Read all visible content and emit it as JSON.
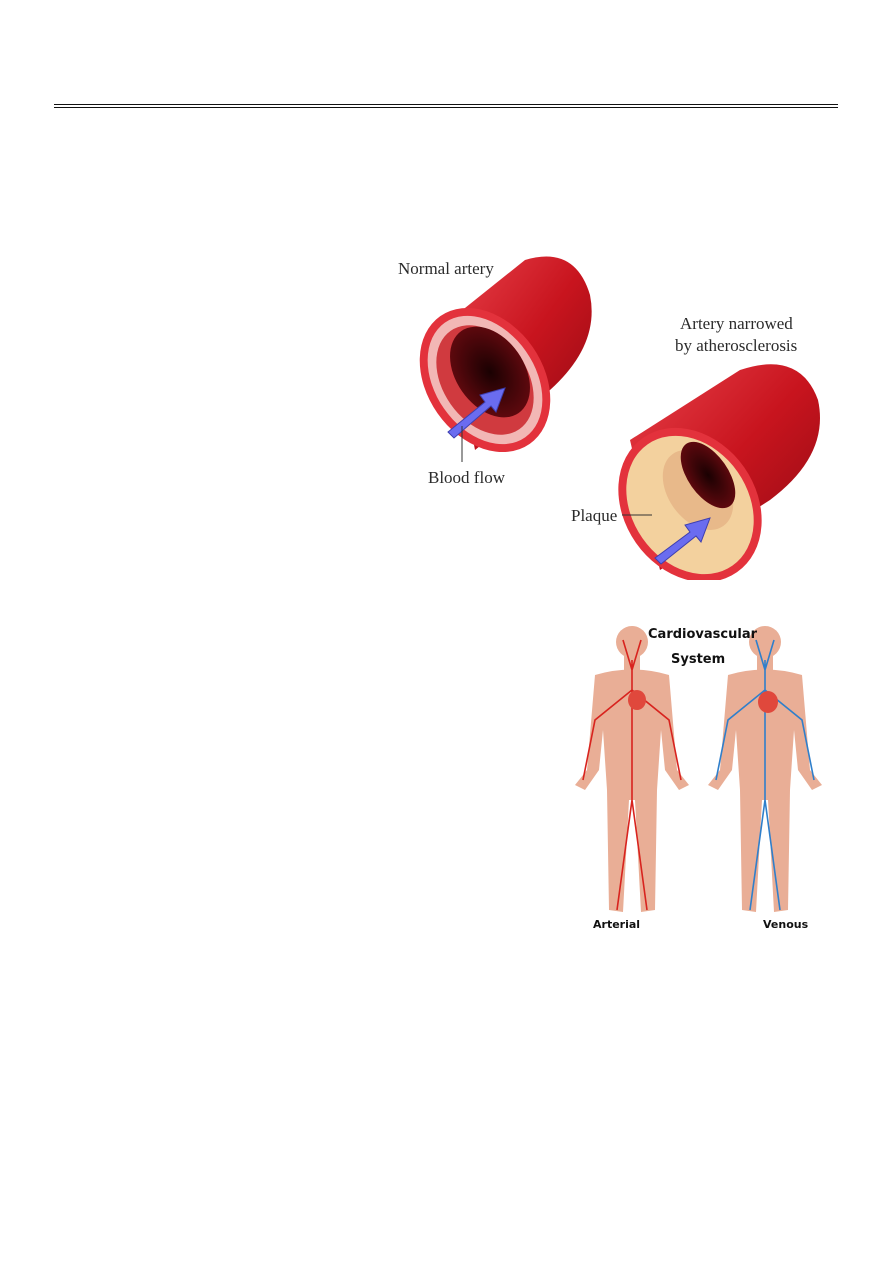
{
  "artery_figure": {
    "normal_label": "Normal artery",
    "narrowed_label_line1": "Artery narrowed",
    "narrowed_label_line2": "by atherosclerosis",
    "blood_flow_label": "Blood flow",
    "plaque_label": "Plaque",
    "colors": {
      "artery_red": "#c8141e",
      "lumen": "#3a0306",
      "wall_pink": "#f2b7b5",
      "arrow": "#6a6cf0",
      "plaque": "#f3d19e"
    }
  },
  "cardio_figure": {
    "title_line1": "Cardiovascular",
    "title_line2": "System",
    "arterial_label": "Arterial",
    "venous_label": "Venous",
    "colors": {
      "skin": "#e9ae96",
      "artery": "#d8231e",
      "vein": "#2f7fcb",
      "heart": "#e0483c"
    }
  }
}
